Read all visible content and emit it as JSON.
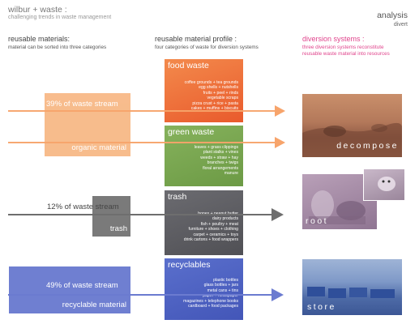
{
  "header": {
    "title": "wilbur + waste :",
    "subtitle": "challenging trends in waste management"
  },
  "analysis": {
    "title": "analysis",
    "subtitle": "divert"
  },
  "columns": {
    "materials": {
      "title": "reusable materials:",
      "subtitle": "material can be sorted into three categories"
    },
    "profile": {
      "title": "reusable material profile :",
      "subtitle": "four categories of waste for diversion systems"
    },
    "diversion": {
      "title": "diversion systems :",
      "subtitle_line1": "three diversion systems reconstitute",
      "subtitle_line2": "reusable waste material into resources"
    }
  },
  "materials": {
    "organic": {
      "percent_label": "39% of waste stream",
      "label": "organic material",
      "color": "#f7b37d"
    },
    "trash": {
      "percent_label": "12% of waste stream",
      "label": "trash",
      "color": "#7a7a7a"
    },
    "recyclable": {
      "percent_label": "49% of waste stream",
      "label": "recyclable material",
      "color": "#6f7fd1"
    }
  },
  "categories": [
    {
      "title": "food waste",
      "color": "#f0683a",
      "items": [
        "coffee grounds + tea grounds",
        "egg shells + nutshells",
        "fruits + peel + rinds",
        "vegetable scraps",
        "pizza crust + rice + pasta",
        "cakes + muffins + biscuits"
      ]
    },
    {
      "title": "green waste",
      "color": "#7ea852",
      "items": [
        "leaves + grass clippings",
        "plant stalks + vines",
        "weeds + straw + hay",
        "branches + twigs",
        "floral arrangements",
        "manure"
      ]
    },
    {
      "title": "trash",
      "color": "#5e5e63",
      "items": [
        "bones + peanut butter",
        "dairy products",
        "fish + poultry + meat",
        "furniture + shoes + clothing",
        "carpet + ceramics + toys",
        "drink cartons + food wrappers"
      ]
    },
    {
      "title": "recyclables",
      "color": "#4e63c6",
      "items": [
        "plastic bottles",
        "glass bottles + jars",
        "metal cans + tins",
        "paper + newspaper",
        "magazines + telephone books",
        "cardboard + food packages"
      ]
    }
  ],
  "diversion_systems": [
    {
      "label": "decompose",
      "color": "#a86a4a"
    },
    {
      "label": "root",
      "color": "#a98aa8"
    },
    {
      "label": "store",
      "color": "#5d7fb5"
    }
  ],
  "colors": {
    "orange_arrow": "#f7a46b",
    "gray_arrow": "#6e6e6e",
    "blue_arrow": "#6b7bd0",
    "pink_text": "#e0448c"
  }
}
